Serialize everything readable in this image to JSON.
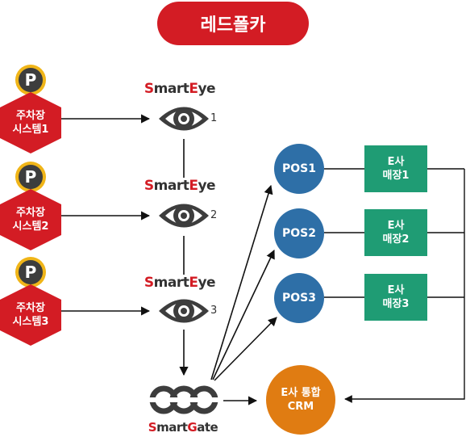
{
  "title": "레드폴카",
  "parking_icon_label": "P",
  "parking_systems": [
    {
      "line1": "주차장",
      "line2": "시스템1"
    },
    {
      "line1": "주차장",
      "line2": "시스템2"
    },
    {
      "line1": "주차장",
      "line2": "시스템3"
    }
  ],
  "smarteye": {
    "s": "S",
    "mart": "mart",
    "e": "E",
    "ye": "ye"
  },
  "smarteye_numbers": [
    "1",
    "2",
    "3"
  ],
  "smartgate": {
    "s": "S",
    "mart": "mart",
    "g": "G",
    "ate": "ate"
  },
  "pos_terminals": [
    "POS1",
    "POS2",
    "POS3"
  ],
  "stores": [
    {
      "line1": "E사",
      "line2": "매장1"
    },
    {
      "line1": "E사",
      "line2": "매장2"
    },
    {
      "line1": "E사",
      "line2": "매장3"
    }
  ],
  "crm": {
    "line1": "E사 통합",
    "line2": "CRM"
  },
  "colors": {
    "red": "#d31c24",
    "yellow": "#f0b518",
    "pos_blue": "#2e6fa7",
    "store_green": "#1f9c74",
    "crm_orange": "#e07c12",
    "icon_dark": "#3d3d3d"
  },
  "icons": {
    "parking": "parking-circle-icon",
    "smarteye": "eye-icon",
    "smartgate": "smartgate-logo-icon"
  }
}
